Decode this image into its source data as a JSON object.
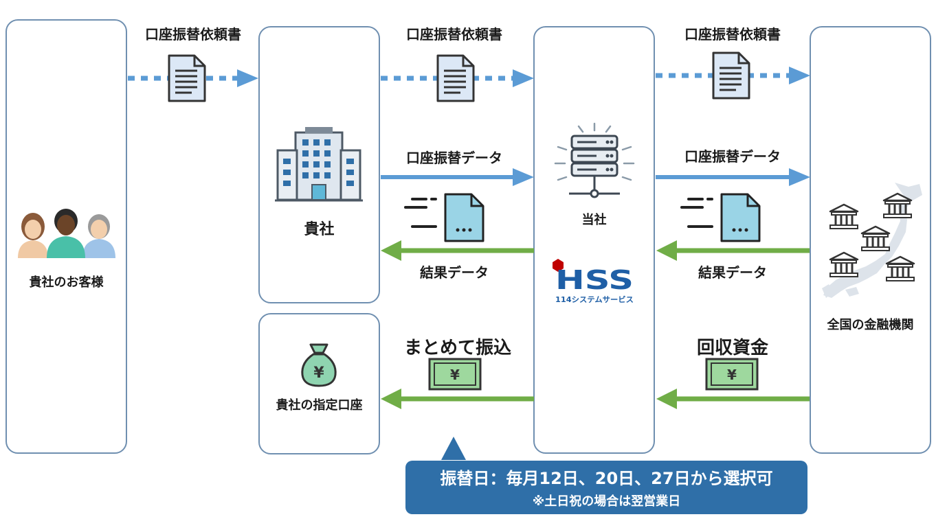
{
  "columns": {
    "customers": "貴社のお客様",
    "company": "貴社",
    "company_account": "貴社の指定口座",
    "hss": "当社",
    "banks": "全国の金融機関"
  },
  "flows": {
    "form_1": "口座振替依頼書",
    "form_2": "口座振替依頼書",
    "form_3": "口座振替依頼書",
    "data_1": "口座振替データ",
    "data_2": "口座振替データ",
    "result_1": "結果データ",
    "result_2": "結果データ",
    "transfer": "まとめて振込",
    "collection": "回収資金"
  },
  "logo": {
    "mark": "HSS",
    "sub": "114システムサービス"
  },
  "banner": {
    "line1": "振替日：毎月12日、20日、27日から選択可",
    "line2": "※土日祝の場合は翌営業日"
  },
  "colors": {
    "blue_arrow": "#5b9bd5",
    "green_arrow": "#70ad47",
    "box_border": "#6f8fb0",
    "banner_bg": "#2f6fa8",
    "logo_blue": "#1f5fa6",
    "logo_red": "#c00000"
  },
  "icons": [
    "document-icon",
    "people-icon",
    "building-icon",
    "server-icon",
    "data-file-icon",
    "money-bag-icon",
    "banknote-icon",
    "bank-icon",
    "japan-map-icon"
  ]
}
